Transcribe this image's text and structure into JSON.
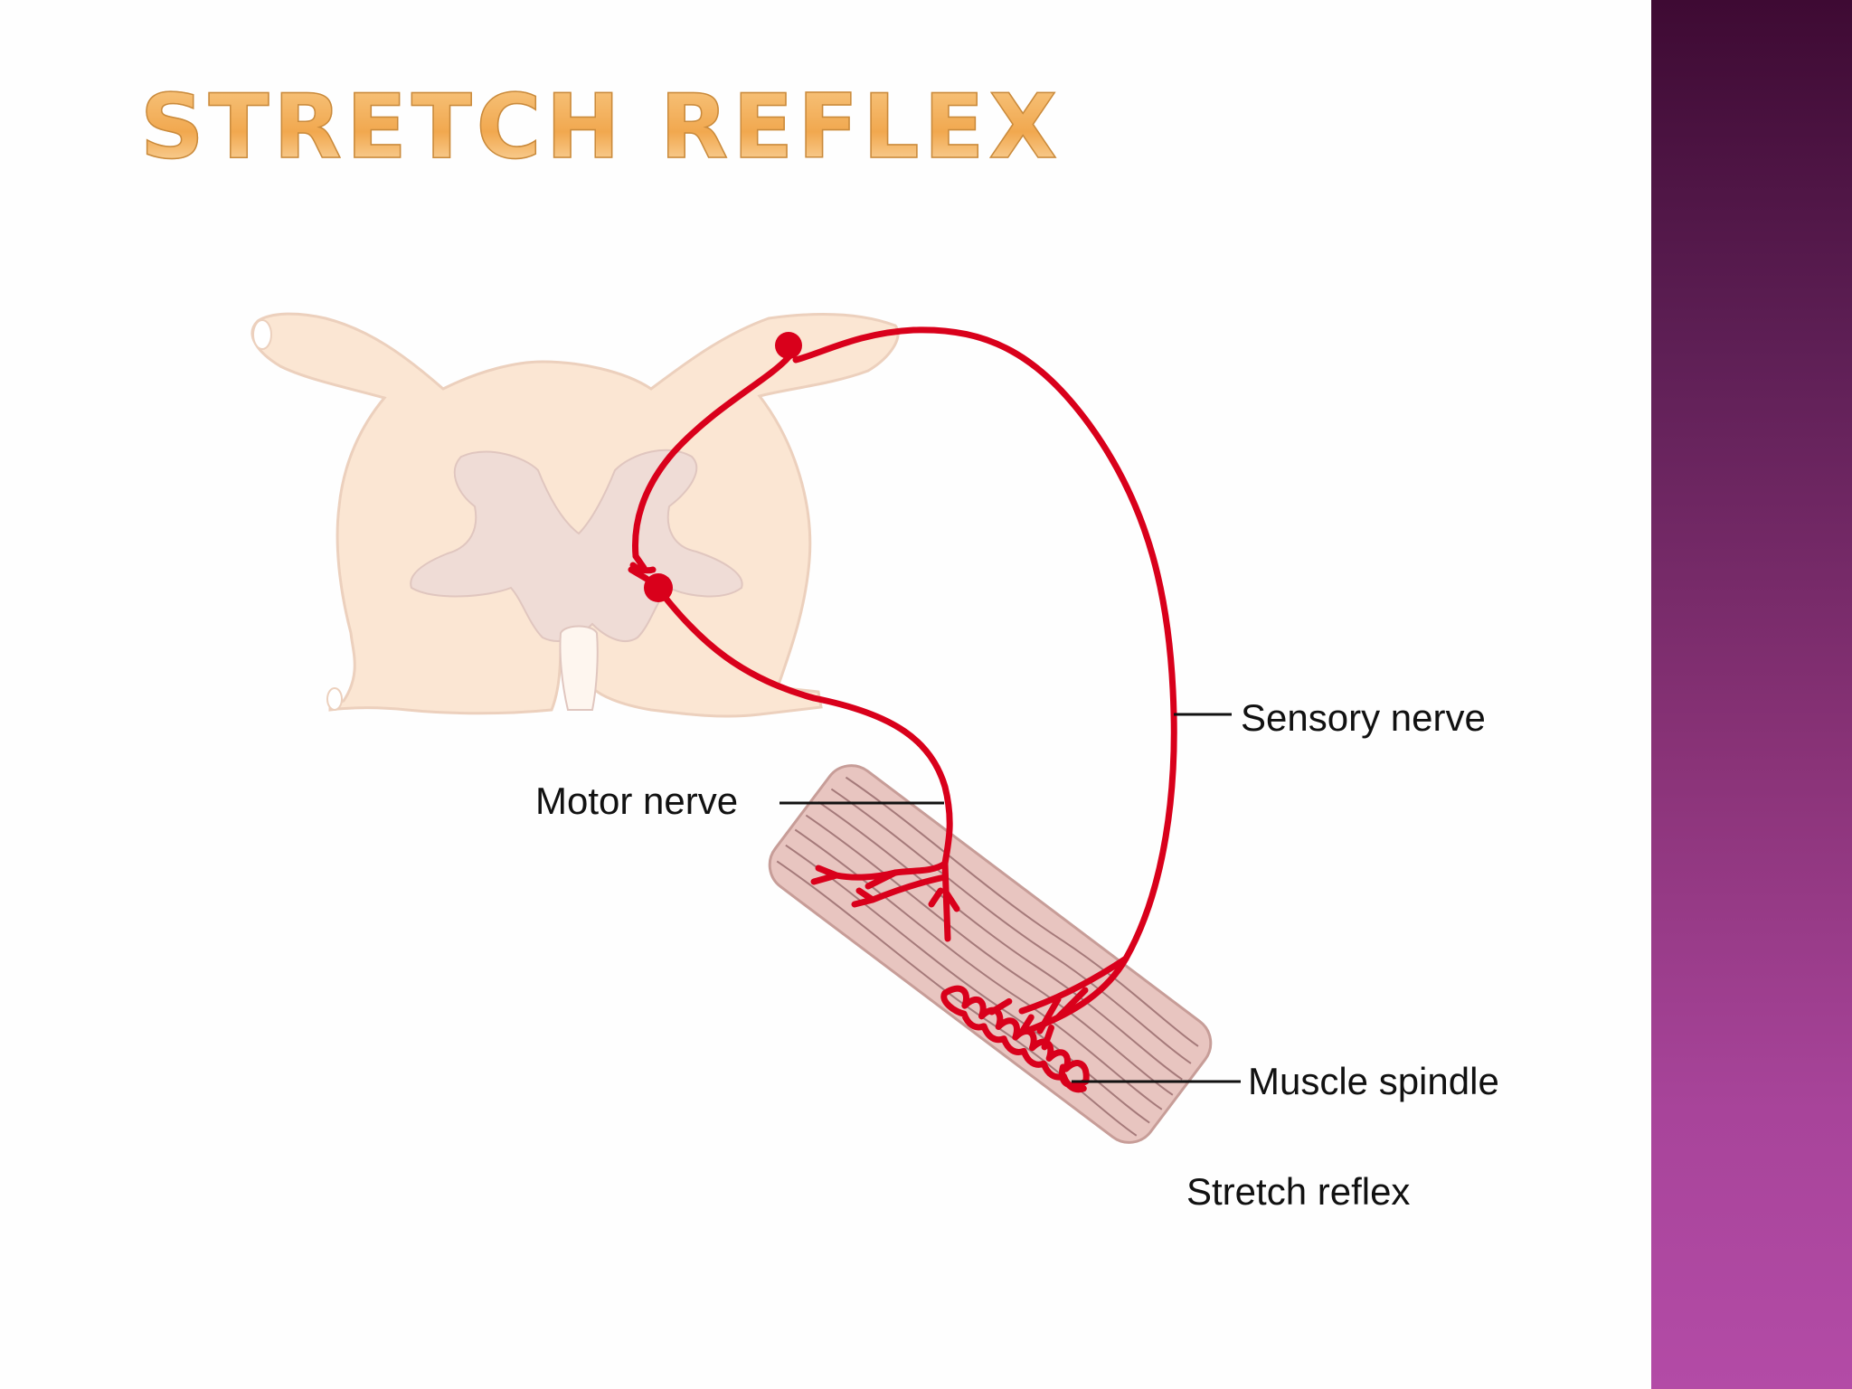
{
  "slide": {
    "title": "STRETCH REFLEX",
    "accent_color": "#f2ad5a",
    "side_band_colors": [
      "#3e0a33",
      "#b34ba6"
    ]
  },
  "diagram": {
    "labels": {
      "sensory_nerve": "Sensory nerve",
      "motor_nerve": "Motor nerve",
      "muscle_spindle": "Muscle spindle",
      "caption": "Stretch reflex"
    },
    "nerve_color": "#d9001b",
    "spinal_cord_color": "#fbe6d3",
    "gray_matter_color": "#efdcd6",
    "muscle_color": "#e8c5c0"
  }
}
